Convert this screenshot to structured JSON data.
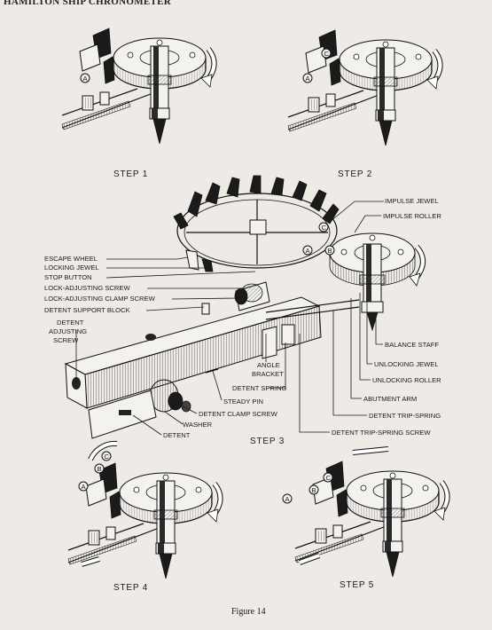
{
  "header": "HAMILTON SHIP CHRONOMETER",
  "steps": {
    "step1": "STEP 1",
    "step2": "STEP 2",
    "step3": "STEP 3",
    "step4": "STEP 4",
    "step5": "STEP 5"
  },
  "callouts": {
    "a": "A",
    "b": "B",
    "c": "C"
  },
  "labels_left": {
    "escape_wheel": "ESCAPE WHEEL",
    "locking_jewel": "LOCKING JEWEL",
    "stop_button": "STOP BUTTON",
    "lock_adjusting_screw": "LOCK-ADJUSTING SCREW",
    "lock_adjusting_clamp_screw": "LOCK-ADJUSTING CLAMP SCREW",
    "detent_support_block": "DETENT SUPPORT BLOCK",
    "detent_adjusting_screw_1": "DETENT",
    "detent_adjusting_screw_2": "ADJUSTING",
    "detent_adjusting_screw_3": "SCREW"
  },
  "labels_right": {
    "impulse_jewel": "IMPULSE JEWEL",
    "impulse_roller": "IMPULSE ROLLER",
    "balance_staff": "BALANCE STAFF",
    "unlocking_jewel": "UNLOCKING JEWEL",
    "unlocking_roller": "UNLOCKING ROLLER",
    "abutment_arm": "ABUTMENT ARM",
    "detent_trip_spring": "DETENT TRIP-SPRING",
    "detent_trip_spring_screw": "DETENT TRIP-SPRING SCREW"
  },
  "labels_bottom": {
    "angle_bracket_1": "ANGLE",
    "angle_bracket_2": "BRACKET",
    "detent_spring": "DETENT SPRING",
    "steady_pin": "STEADY PIN",
    "detent_clamp_screw": "DETENT CLAMP SCREW",
    "washer": "WASHER",
    "detent": "DETENT"
  },
  "caption": "Figure 14"
}
